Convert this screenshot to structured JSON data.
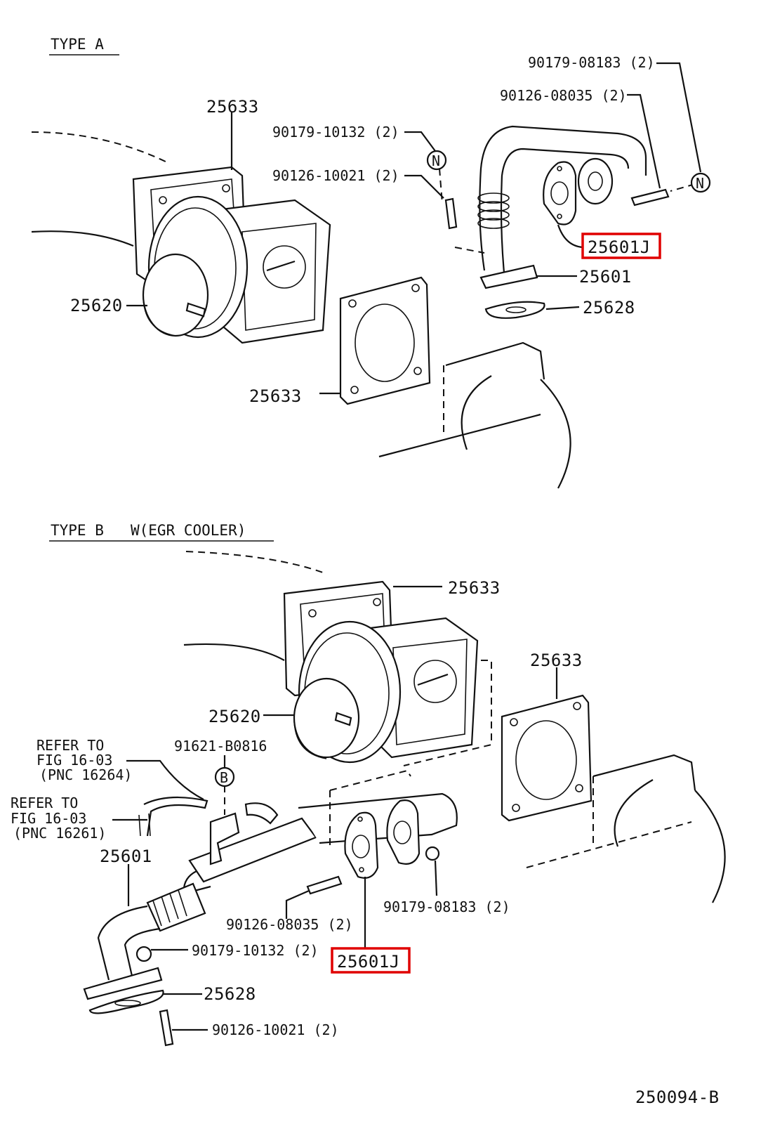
{
  "type_a": {
    "title": "TYPE  A",
    "labels": {
      "p25633_top": "25633",
      "p25620": "25620",
      "p25633_low": "25633",
      "n90179_10132": "90179-10132 (2)",
      "n90126_10021": "90126-10021 (2)",
      "n90179_08183": "90179-08183 (2)",
      "n90126_08035": "90126-08035 (2)",
      "p25601J": "25601J",
      "p25601": "25601",
      "p25628": "25628"
    },
    "markers": {
      "n1": "N",
      "n2": "N"
    }
  },
  "type_b": {
    "title_a": "TYPE  B",
    "title_b": "W(EGR  COOLER)",
    "labels": {
      "p25633_top": "25633",
      "p25633_right": "25633",
      "p25620": "25620",
      "ref1_l1": "REFER  TO",
      "ref1_l2": "FIG  16-03",
      "ref1_l3": "(PNC  16264)",
      "ref2_l1": "REFER  TO",
      "ref2_l2": "FIG  16-03",
      "ref2_l3": "(PNC  16261)",
      "n91621": "91621-B0816",
      "p25601": "25601",
      "n90126_08035": "90126-08035 (2)",
      "n90179_08183": "90179-08183 (2)",
      "n90179_10132": "90179-10132 (2)",
      "p25601J": "25601J",
      "p25628": "25628",
      "n90126_10021": "90126-10021 (2)"
    },
    "markers": {
      "b": "B"
    }
  },
  "footer": {
    "code": "250094-B"
  },
  "colors": {
    "highlight": "#e00000",
    "ink": "#111111"
  }
}
